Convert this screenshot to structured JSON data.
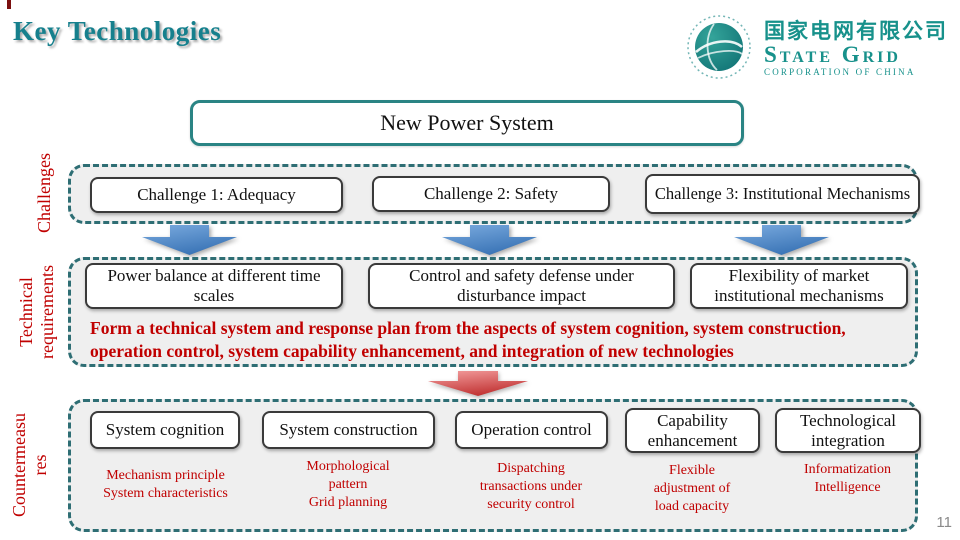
{
  "slide": {
    "title": "Key Technologies",
    "page_number": "11"
  },
  "logo": {
    "company_cn": "国家电网有限公司",
    "company_en": "State Grid",
    "company_sub": "CORPORATION OF CHINA"
  },
  "diagram": {
    "root_label": "New Power System",
    "challenges": {
      "label": "Challenges",
      "items": [
        "Challenge 1: Adequacy",
        "Challenge 2: Safety",
        "Challenge 3: Institutional Mechanisms"
      ]
    },
    "technical_requirements": {
      "label": "Technical requirements",
      "items": [
        "Power balance at different time scales",
        "Control and safety defense under disturbance impact",
        "Flexibility of market institutional mechanisms"
      ],
      "summary": "Form a technical system and response plan from the aspects of system cognition, system construction,\noperation control, system capability enhancement, and integration of new technologies"
    },
    "countermeasures": {
      "label": "Countermeasures",
      "items": [
        {
          "title": "System cognition",
          "detail": "Mechanism principle\nSystem characteristics"
        },
        {
          "title": "System construction",
          "detail": "Morphological\npattern\nGrid planning"
        },
        {
          "title": "Operation control",
          "detail": "Dispatching\ntransactions under\nsecurity control"
        },
        {
          "title": "Capability enhancement",
          "detail": "Flexible\nadjustment of\nload capacity"
        },
        {
          "title": "Technological integration",
          "detail": "Informatization\nIntelligence"
        }
      ]
    }
  },
  "colors": {
    "accent_teal": "#2e6e74",
    "title_teal": "#16808d",
    "red_text": "#c00000",
    "blue_arrow": "#4a86c8",
    "red_arrow": "#cf4040",
    "group_bg": "#efefef",
    "box_border": "#3a3a3a"
  }
}
